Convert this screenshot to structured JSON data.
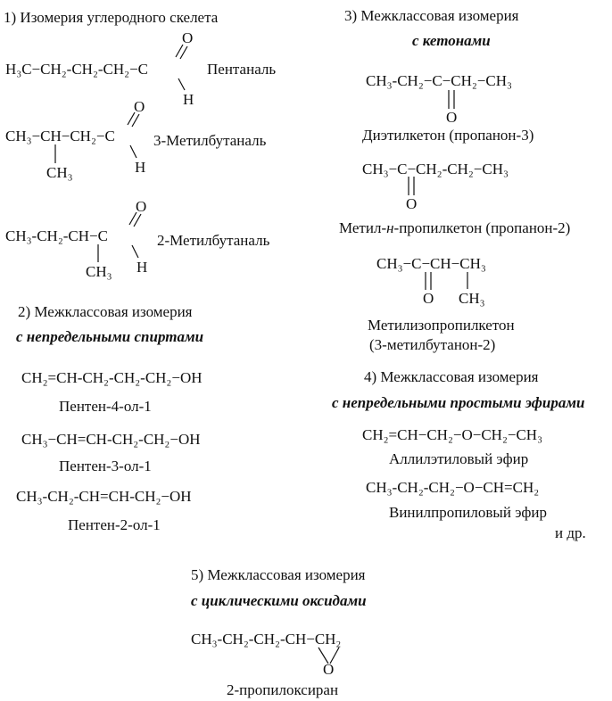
{
  "s1": {
    "heading": "1) Изомерия углеродного скелета",
    "m1": {
      "chain": "H₃C−CH₂-CH₂-CH₂−C",
      "o": "O",
      "h": "H",
      "name": "Пентаналь"
    },
    "m2": {
      "chain": "CH₃−CH−CH₂−C",
      "branch": "CH₃",
      "o": "O",
      "h": "H",
      "name": "3-Метилбутаналь"
    },
    "m3": {
      "chain": "CH₃-CH₂-CH−C",
      "branch": "CH₃",
      "o": "O",
      "h": "H",
      "name": "2-Метилбутаналь"
    }
  },
  "s2": {
    "heading": "2) Межклассовая изомерия",
    "subheading": "с непредельными спиртами",
    "m1": {
      "formula": "CH₂=CH-CH₂-CH₂-CH₂−OH",
      "name": "Пентен-4-ол-1"
    },
    "m2": {
      "formula": "CH₃−CH=CH-CH₂-CH₂−OH",
      "name": "Пентен-3-ол-1"
    },
    "m3": {
      "formula": "CH₃-CH₂-CH=CH-CH₂−OH",
      "name": "Пентен-2-ол-1"
    }
  },
  "s3": {
    "heading": "3) Межклассовая изомерия",
    "subheading": "с кетонами",
    "m1": {
      "chain": "CH₃-CH₂−C−CH₂−CH₃",
      "o": "O",
      "name": "Диэтилкетон (пропанон-3)"
    },
    "m2": {
      "chain": "CH₃−C−CH₂-CH₂−CH₃",
      "o": "O",
      "name_pre": "Метил-",
      "name_it": "н",
      "name_post": "-пропилкетон (пропанон-2)"
    },
    "m3": {
      "chain": "CH₃−C−CH−CH₃",
      "o": "O",
      "branch": "CH₃",
      "name": "Метилизопропилкетон",
      "name2": "(3-метилбутанон-2)"
    }
  },
  "s4": {
    "heading": "4) Межклассовая изомерия",
    "subheading": "с непредельными простыми эфирами",
    "m1": {
      "formula": "CH₂=CH−CH₂−O−CH₂−CH₃",
      "name": "Аллилэтиловый эфир"
    },
    "m2": {
      "formula": "CH₃-CH₂-CH₂−O−CH=CH₂",
      "name": "Винилпропиловый эфир"
    },
    "etc": "и др."
  },
  "s5": {
    "heading": "5) Межклассовая изомерия",
    "subheading": "с циклическими оксидами",
    "m1": {
      "chain": "CH₃-CH₂-CH₂-CH−CH₂",
      "o": "O",
      "name": "2-пропилоксиран"
    }
  }
}
